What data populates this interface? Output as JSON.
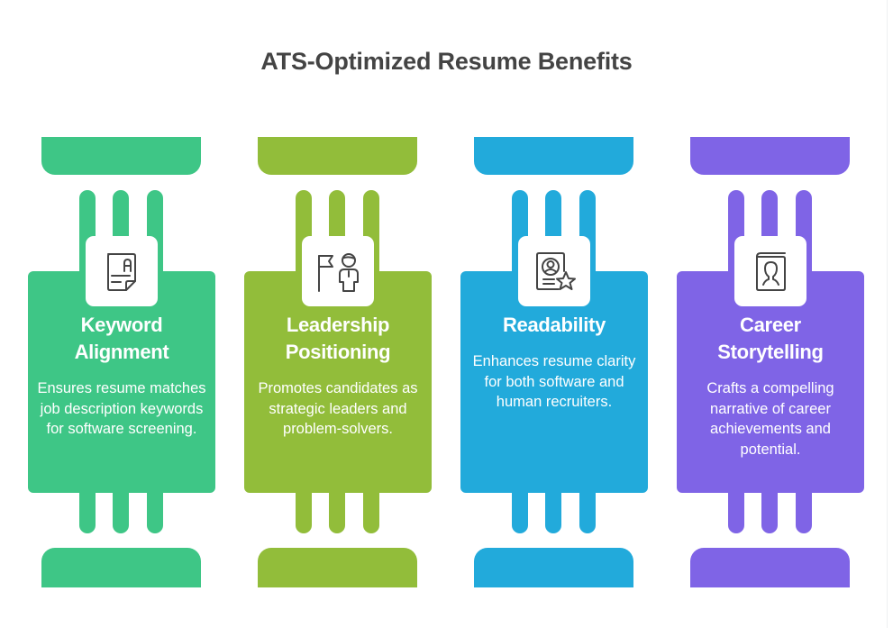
{
  "title": "ATS-Optimized Resume Benefits",
  "colors": {
    "green": "#3ec686",
    "lime": "#92bd3a",
    "blue": "#22aadb",
    "purple": "#7f64e6",
    "title_text": "#444444",
    "icon_stroke": "#444444"
  },
  "pillars": [
    {
      "title": "Keyword Alignment",
      "title_lines": [
        "Keyword",
        "Alignment"
      ],
      "description": "Ensures resume matches job description keywords for software screening.",
      "icon": "document-letter-icon",
      "color": "#3ec686"
    },
    {
      "title": "Leadership Positioning",
      "title_lines": [
        "Leadership",
        "Positioning"
      ],
      "description": "Promotes candidates as strategic leaders and problem-solvers.",
      "icon": "leader-flag-icon",
      "color": "#92bd3a"
    },
    {
      "title": "Readability",
      "title_lines": [
        "Readability"
      ],
      "description": "Enhances resume clarity for both software and human recruiters.",
      "icon": "profile-star-icon",
      "color": "#22aadb"
    },
    {
      "title": "Career Storytelling",
      "title_lines": [
        "Career",
        "Storytelling"
      ],
      "description": "Crafts a compelling narrative of career achievements and potential.",
      "icon": "biography-book-icon",
      "color": "#7f64e6"
    }
  ]
}
